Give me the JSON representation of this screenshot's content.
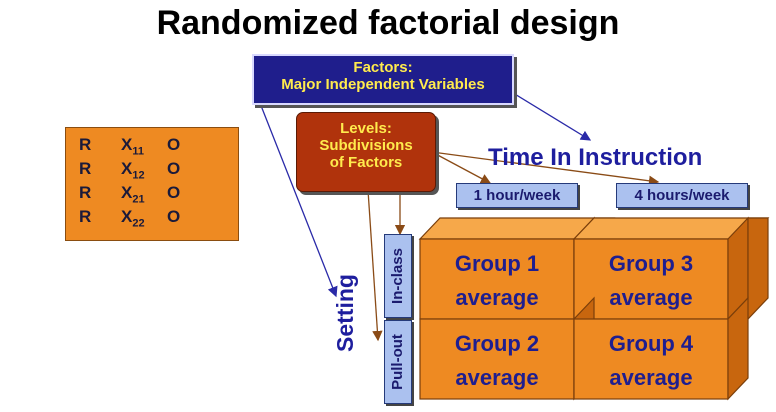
{
  "title": "Randomized factorial design",
  "notation": {
    "rows": [
      {
        "r": "R",
        "x": "X",
        "sub": "11",
        "o": "O"
      },
      {
        "r": "R",
        "x": "X",
        "sub": "12",
        "o": "O"
      },
      {
        "r": "R",
        "x": "X",
        "sub": "21",
        "o": "O"
      },
      {
        "r": "R",
        "x": "X",
        "sub": "22",
        "o": "O"
      }
    ]
  },
  "factors_box": {
    "line1": "Factors:",
    "line2": "Major Independent Variables"
  },
  "levels_box": {
    "line1": "Levels:",
    "line2": "Subdivisions",
    "line3": "of Factors"
  },
  "time_factor": {
    "heading": "Time In Instruction",
    "level1": "1 hour/week",
    "level2": "4 hours/week"
  },
  "setting_factor": {
    "heading": "Setting",
    "level1": "In-class",
    "level2": "Pull-out"
  },
  "groups": {
    "g1": {
      "line1": "Group 1",
      "line2": "average"
    },
    "g2": {
      "line1": "Group 2",
      "line2": "average"
    },
    "g3": {
      "line1": "Group 3",
      "line2": "average"
    },
    "g4": {
      "line1": "Group 4",
      "line2": "average"
    }
  },
  "colors": {
    "orange": "#ee8a22",
    "orange_top": "#f6a84a",
    "orange_side": "#c8660e",
    "navy_box": "#1f1e8c",
    "brick_box": "#b0330c",
    "level_box": "#abc1ef",
    "heading_blue": "#1e1e9e",
    "yellow_text": "#ffeb4d"
  }
}
